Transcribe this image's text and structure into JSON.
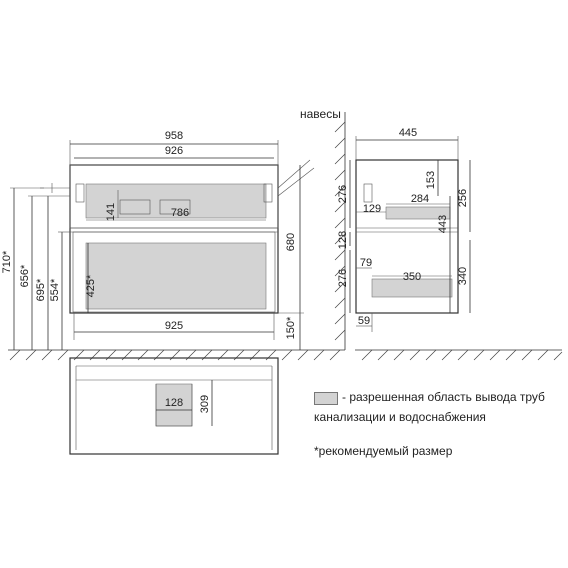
{
  "labels": {
    "hinges": "навесы",
    "legend_line1": "- разрешенная область вывода труб",
    "legend_line2": "канализации и водоснабжения",
    "recommended": "*рекомендуемый размер"
  },
  "front_dims": {
    "total_width": "958",
    "inner_width": "926",
    "d141": "141",
    "d786": "786",
    "d680": "680",
    "d425": "425*",
    "d925": "925",
    "d150": "150*",
    "d710": "710*",
    "d656": "656*",
    "d695": "695*",
    "d554": "554*"
  },
  "side_dims": {
    "depth": "445",
    "d153": "153",
    "d256": "256",
    "d276a": "276",
    "d129": "129",
    "d284": "284",
    "d443": "443",
    "d128a": "128",
    "d276b": "276",
    "d79": "79",
    "d350": "350",
    "d340": "340",
    "d59": "59"
  },
  "plan_dims": {
    "d128": "128",
    "d309": "309"
  },
  "colors": {
    "line": "#333333",
    "zone": "#d3d3d3"
  }
}
